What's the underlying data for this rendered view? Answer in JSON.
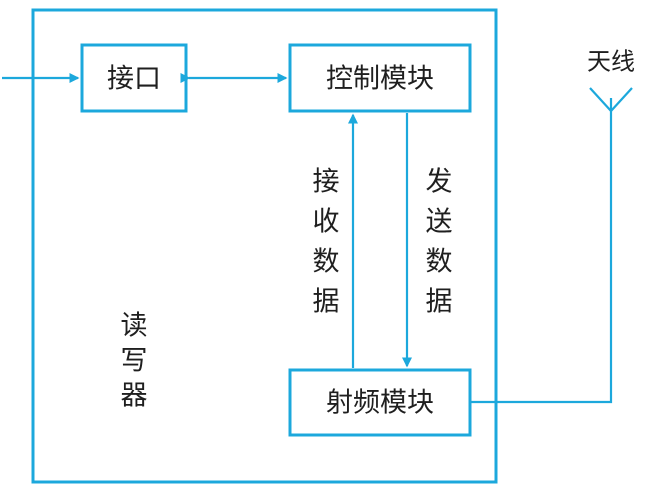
{
  "diagram": {
    "title": "",
    "colors": {
      "line": "#1ca8dc",
      "text": "#1f1f1f",
      "background": "#ffffff"
    },
    "nodes": {
      "interface": "接口",
      "control_module": "控制模块",
      "rf_module": "射频模块",
      "antenna": "天线"
    },
    "labels": {
      "reader": [
        "读",
        "写",
        "器"
      ],
      "receive_data": [
        "接",
        "收",
        "数",
        "据"
      ],
      "send_data": [
        "发",
        "送",
        "数",
        "据"
      ]
    }
  }
}
